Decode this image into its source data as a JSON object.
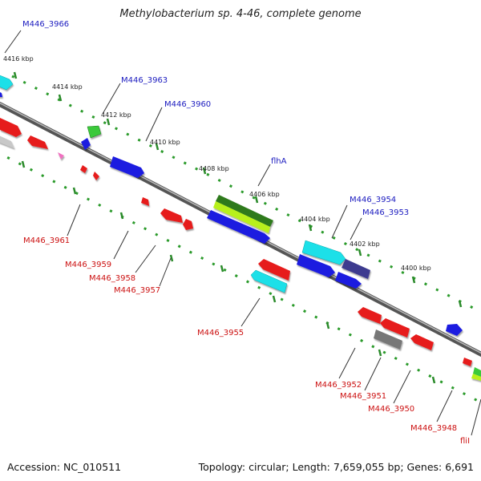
{
  "title": "Methylobacterium sp. 4-46, complete genome",
  "footer": {
    "accession": "Accession: NC_010511",
    "topology": "Topology: circular; Length: 7,659,055 bp; Genes: 6,691"
  },
  "positions": [
    "4416 kbp",
    "4414 kbp",
    "4412 kbp",
    "4410 kbp",
    "4408 kbp",
    "4406 kbp",
    "4404 kbp",
    "4402 kbp",
    "4400 kbp"
  ],
  "labels": {
    "M446_3966": "M446_3966",
    "M446_3963": "M446_3963",
    "M446_3960": "M446_3960",
    "flhA": "flhA",
    "M446_3954": "M446_3954",
    "M446_3953": "M446_3953",
    "M446_3961": "M446_3961",
    "M446_3959": "M446_3959",
    "M446_3958": "M446_3958",
    "M446_3957": "M446_3957",
    "M446_3955": "M446_3955",
    "M446_3952": "M446_3952",
    "M446_3951": "M446_3951",
    "M446_3950": "M446_3950",
    "M446_3948": "M446_3948",
    "fliI": "fliI"
  },
  "colors": {
    "forward_label": "#1a1abf",
    "reverse_label": "#cc1111",
    "track": "#2a9a2a",
    "backbone": "#555555",
    "gene_red": "#e61a1a",
    "gene_blue": "#1a1ae0",
    "gene_cyan": "#1ee0e8",
    "gene_green": "#3bc93b",
    "gene_lime": "#b8f01c",
    "gene_gray": "#777777",
    "gene_navy": "#3d3a8f"
  }
}
